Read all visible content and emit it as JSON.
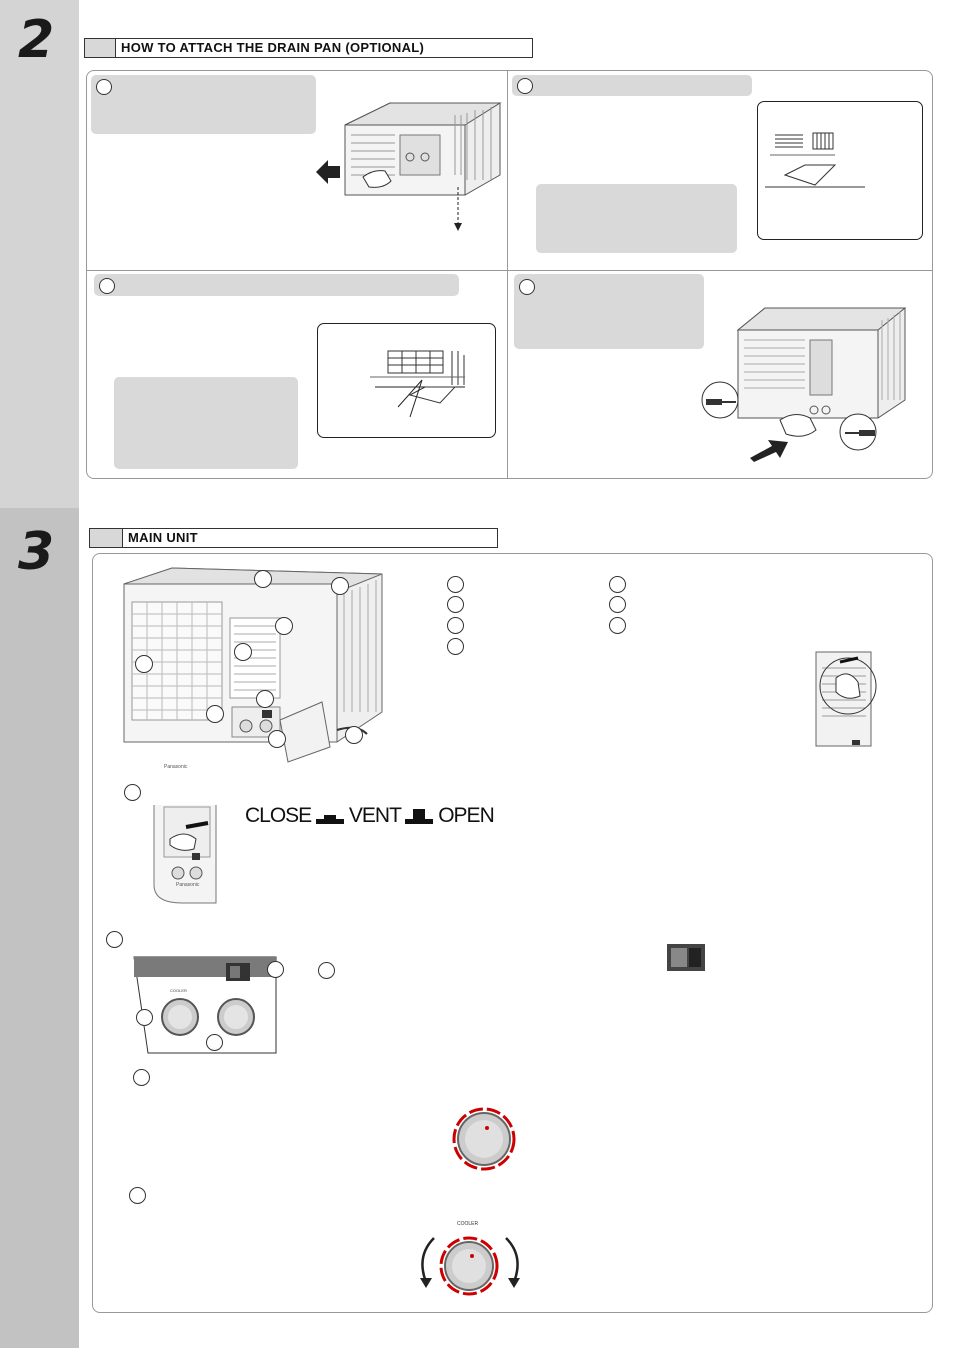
{
  "page": {
    "section2": {
      "number": "2",
      "header": "HOW TO ATTACH THE DRAIN PAN (OPTIONAL)"
    },
    "section3": {
      "number": "3",
      "header": "MAIN UNIT"
    }
  },
  "vent_labels": {
    "close": "CLOSE",
    "vent": "VENT",
    "open": "OPEN"
  },
  "panel_text": {
    "brand": "Panasonic",
    "cooler": "COOLER"
  },
  "colors": {
    "sidebar_top": "#d4d4d4",
    "sidebar_bottom": "#c2c2c2",
    "placeholder_box": "#d9d9d9",
    "header_square": "#d8d8d8"
  },
  "icons": [
    "arrow-left-icon",
    "screwdriver-icon",
    "push-arrow-icon",
    "rotate-arrow-icon",
    "switch-icon",
    "knob-icon"
  ]
}
